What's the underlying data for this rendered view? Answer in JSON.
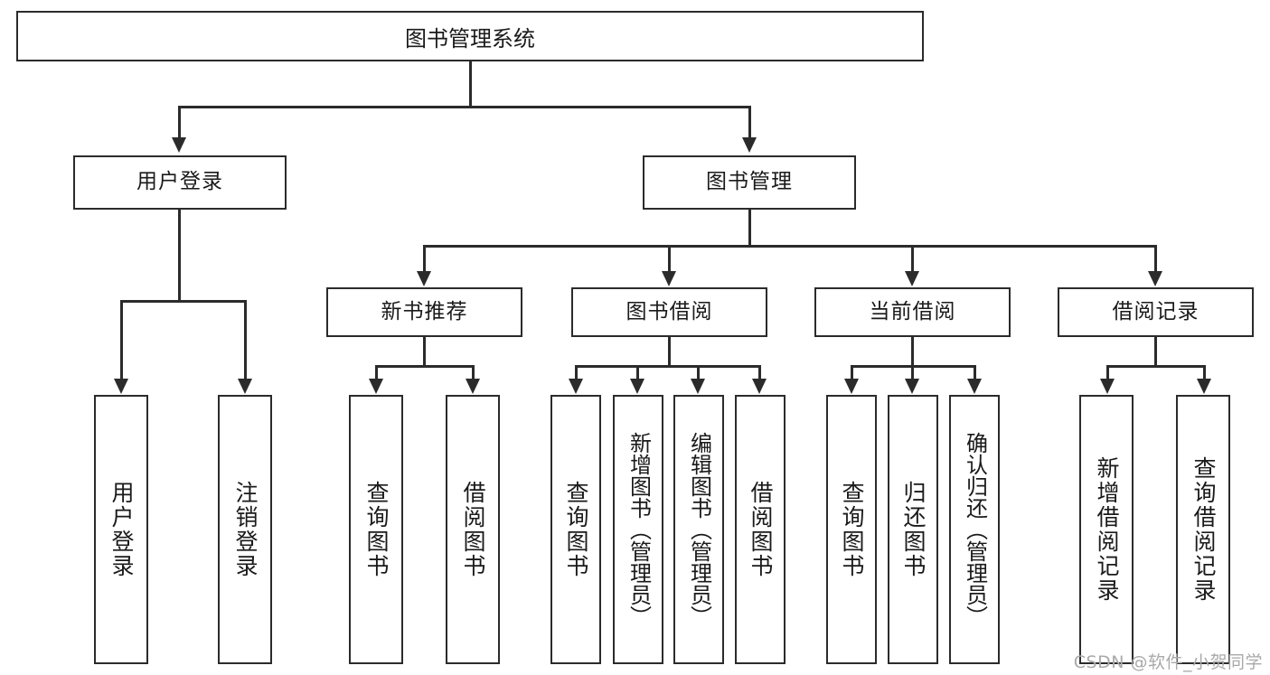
{
  "diagram": {
    "title": "图书管理系统",
    "watermark": "CSDN @软件_小贺同学",
    "root": {
      "label": "图书管理系统"
    },
    "level2": [
      {
        "label": "用户登录"
      },
      {
        "label": "图书管理"
      }
    ],
    "level3": [
      {
        "label": "新书推荐"
      },
      {
        "label": "图书借阅"
      },
      {
        "label": "当前借阅"
      },
      {
        "label": "借阅记录"
      }
    ],
    "leaves": {
      "user_login": [
        {
          "label": "用户登录"
        },
        {
          "label": "注销登录"
        }
      ],
      "new_book": [
        {
          "label": "查询图书"
        },
        {
          "label": "借阅图书"
        }
      ],
      "borrow_book": [
        {
          "label": "查询图书"
        },
        {
          "label": "新增图书（管理员）"
        },
        {
          "label": "编辑图书（管理员）"
        },
        {
          "label": "借阅图书"
        }
      ],
      "current_borrow": [
        {
          "label": "查询图书"
        },
        {
          "label": "归还图书"
        },
        {
          "label": "确认归还（管理员）"
        }
      ],
      "borrow_record": [
        {
          "label": "新增借阅记录"
        },
        {
          "label": "查询借阅记录"
        }
      ]
    },
    "colors": {
      "stroke": "#2b2b2b",
      "background": "#ffffff",
      "text": "#1a1a1a",
      "watermark": "#a9a9a9"
    }
  }
}
